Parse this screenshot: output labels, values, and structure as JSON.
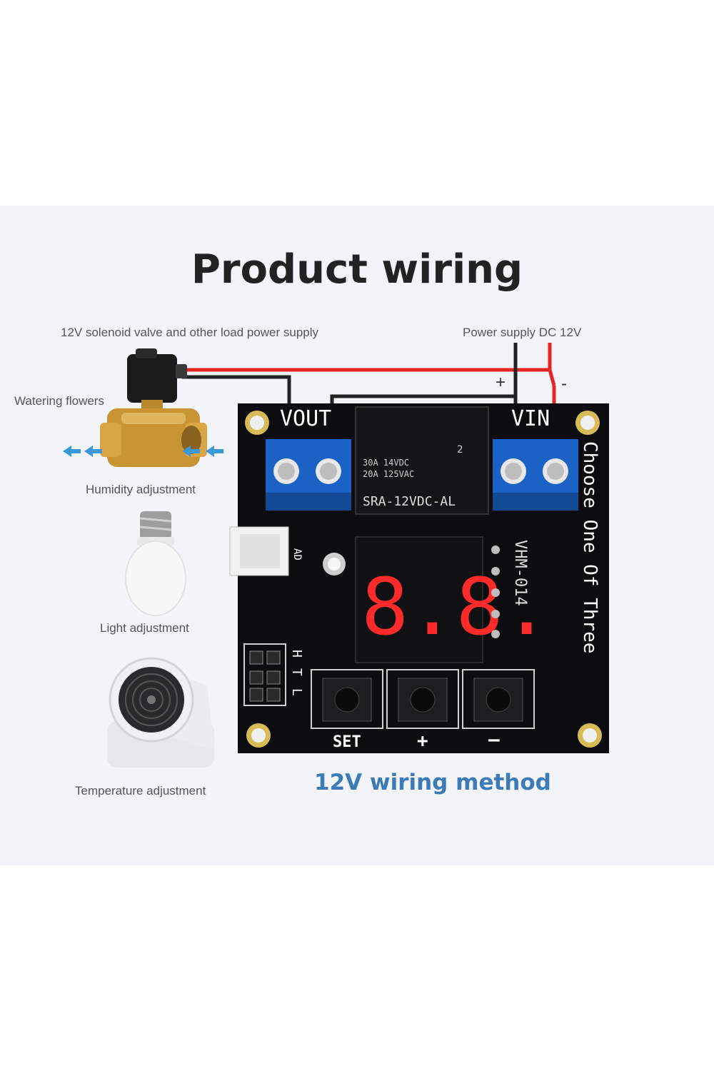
{
  "title": "Product wiring",
  "labels": {
    "load_supply": "12V solenoid valve and other load power supply",
    "power_supply": "Power supply DC 12V",
    "plus": "+",
    "minus": "-",
    "watering": "Watering flowers",
    "humidity": "Humidity adjustment",
    "light": "Light adjustment",
    "temperature": "Temperature adjustment"
  },
  "subtitle": "12V wiring method",
  "board": {
    "vout": "VOUT",
    "vin": "VIN",
    "relay_line1": "30A 14VDC",
    "relay_line2": "20A 125VAC",
    "relay_model": "SRA-12VDC-AL",
    "relay_mark": "2",
    "model": "VHM-014",
    "side_text": "Choose One Of Three",
    "display": "8.8.",
    "ad": "AD",
    "jumper_h": "H",
    "jumper_t": "T",
    "jumper_l": "L",
    "btn_set": "SET",
    "btn_plus": "+",
    "btn_minus": "—"
  },
  "colors": {
    "wire_red": "#e52424",
    "wire_black": "#222222",
    "terminal_blue": "#1a63c4",
    "pcb": "#0d0d0f",
    "display_red": "#ff2a2a",
    "accent_blue": "#3d7ab8",
    "arrow_blue": "#3a9ad9"
  }
}
